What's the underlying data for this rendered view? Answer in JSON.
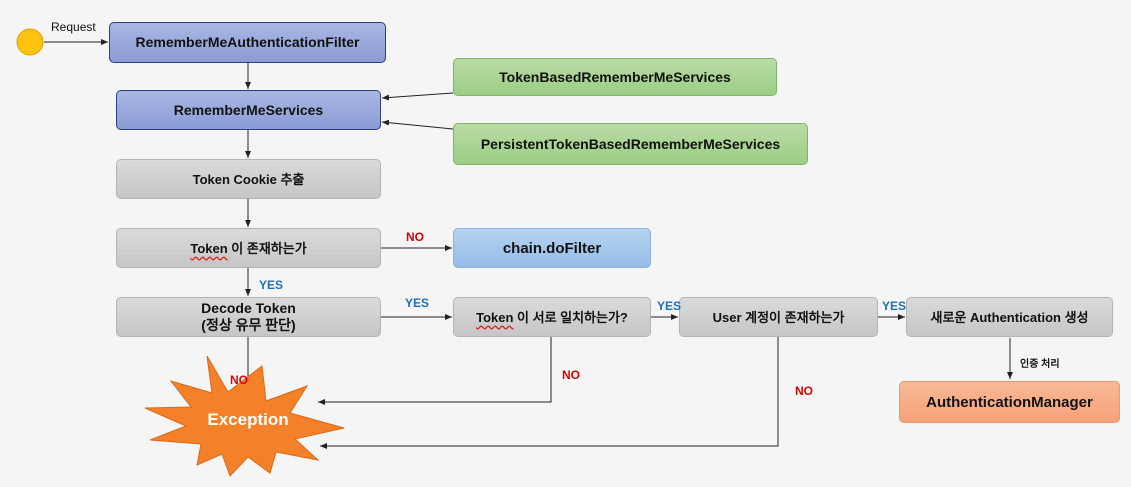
{
  "request_label": "Request",
  "nodes": {
    "filter": "RememberMeAuthenticationFilter",
    "services": "RememberMeServices",
    "token_based": "TokenBasedRememberMeServices",
    "persistent": "PersistentTokenBasedRememberMeServices",
    "cookie": "Token Cookie 추출",
    "exists_token": "Token",
    "exists_rest": " 이 존재하는가",
    "do_filter": "chain.doFilter",
    "decode_line1": "Decode Token",
    "decode_line2": "(정상 유무 판단)",
    "match_token": "Token",
    "match_rest": " 이 서로 일치하는가?",
    "user_exists": "User 계정이 존재하는가",
    "new_auth": "새로운 Authentication 생성",
    "auth_manager": "AuthenticationManager",
    "exception": "Exception"
  },
  "labels": {
    "no_exists": "NO",
    "yes_exists": "YES",
    "yes_decode": "YES",
    "yes_match": "YES",
    "yes_user": "YES",
    "no_decode": "NO",
    "no_match": "NO",
    "no_user": "NO",
    "auth_process": "인증 처리"
  },
  "colors": {
    "blue_box": "#8b9cd6",
    "green_box": "#9ccd86",
    "gray_box": "#c6c6c6",
    "lightblue_box": "#95bce8",
    "orange_box": "#f5a27a",
    "exception_burst": "#f5802a",
    "start_circle": "#ffc20e",
    "yes_label": "#1f6fb5",
    "no_label": "#e00000"
  }
}
